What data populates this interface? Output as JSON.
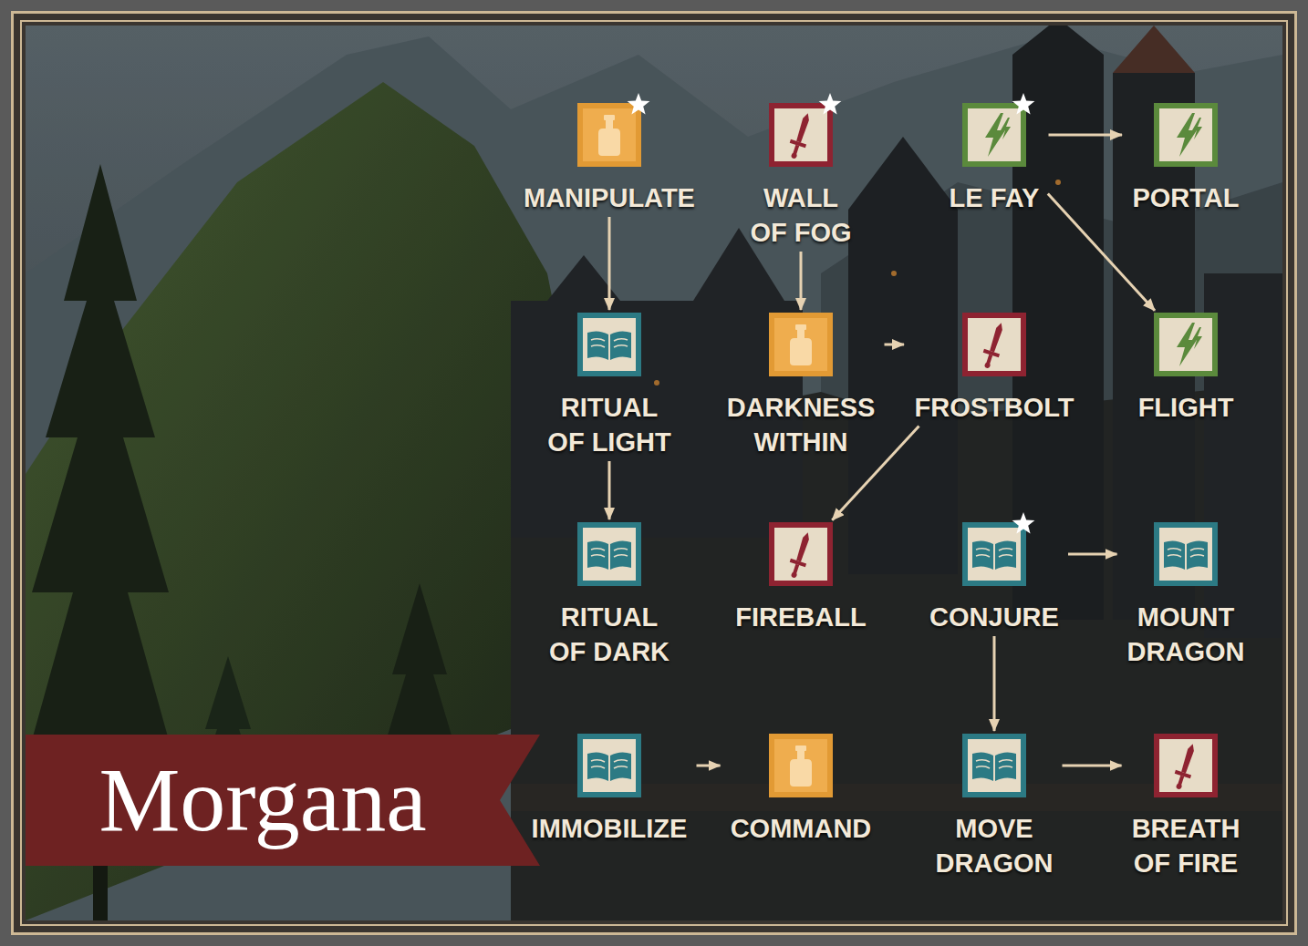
{
  "diagram": {
    "title": "Morgana",
    "nodes": [
      {
        "text": [
          "MANIPULATE"
        ]
      },
      {
        "text": [
          "WALL OF FOG"
        ]
      },
      {
        "text": [
          "LE FAY"
        ]
      },
      {
        "text": [
          "PORTAL"
        ]
      },
      {
        "text": [
          "RITUAL OF LIGHT"
        ]
      },
      {
        "text": [
          "DARKNESS WITHIN"
        ]
      },
      {
        "text": [
          "FROSTBOLT"
        ]
      },
      {
        "text": [
          "FLIGHT"
        ]
      },
      {
        "text": [
          "RITUAL OF DARK"
        ]
      },
      {
        "text": [
          "FIREBALL"
        ]
      },
      {
        "text": [
          "CONJURE"
        ]
      },
      {
        "text": [
          "MOUNT DRAGON"
        ]
      },
      {
        "text": [
          "IMMOBILIZE"
        ]
      },
      {
        "text": [
          "COMMAND"
        ]
      },
      {
        "text": [
          "MOVE DRAGON"
        ]
      },
      {
        "text": [
          "BREATH OF FIRE"
        ]
      }
    ],
    "edges": [
      {
        "from": 0,
        "to": 4,
        "arrow": "to"
      },
      {
        "from": 4,
        "to": 8,
        "arrow": "to"
      },
      {
        "from": 1,
        "to": 5,
        "arrow": "to"
      },
      {
        "from": 5,
        "to": 6,
        "arrow": "to"
      },
      {
        "from": 6,
        "to": 9,
        "arrow": "to"
      },
      {
        "from": 2,
        "to": 3,
        "arrow": "to"
      },
      {
        "from": 2,
        "to": 7,
        "arrow": "to"
      },
      {
        "from": 10,
        "to": 11,
        "arrow": "to"
      },
      {
        "from": 10,
        "to": 14,
        "arrow": "to"
      },
      {
        "from": 14,
        "to": 15,
        "arrow": "to"
      },
      {
        "from": 12,
        "to": 13,
        "arrow": "to"
      }
    ]
  }
}
